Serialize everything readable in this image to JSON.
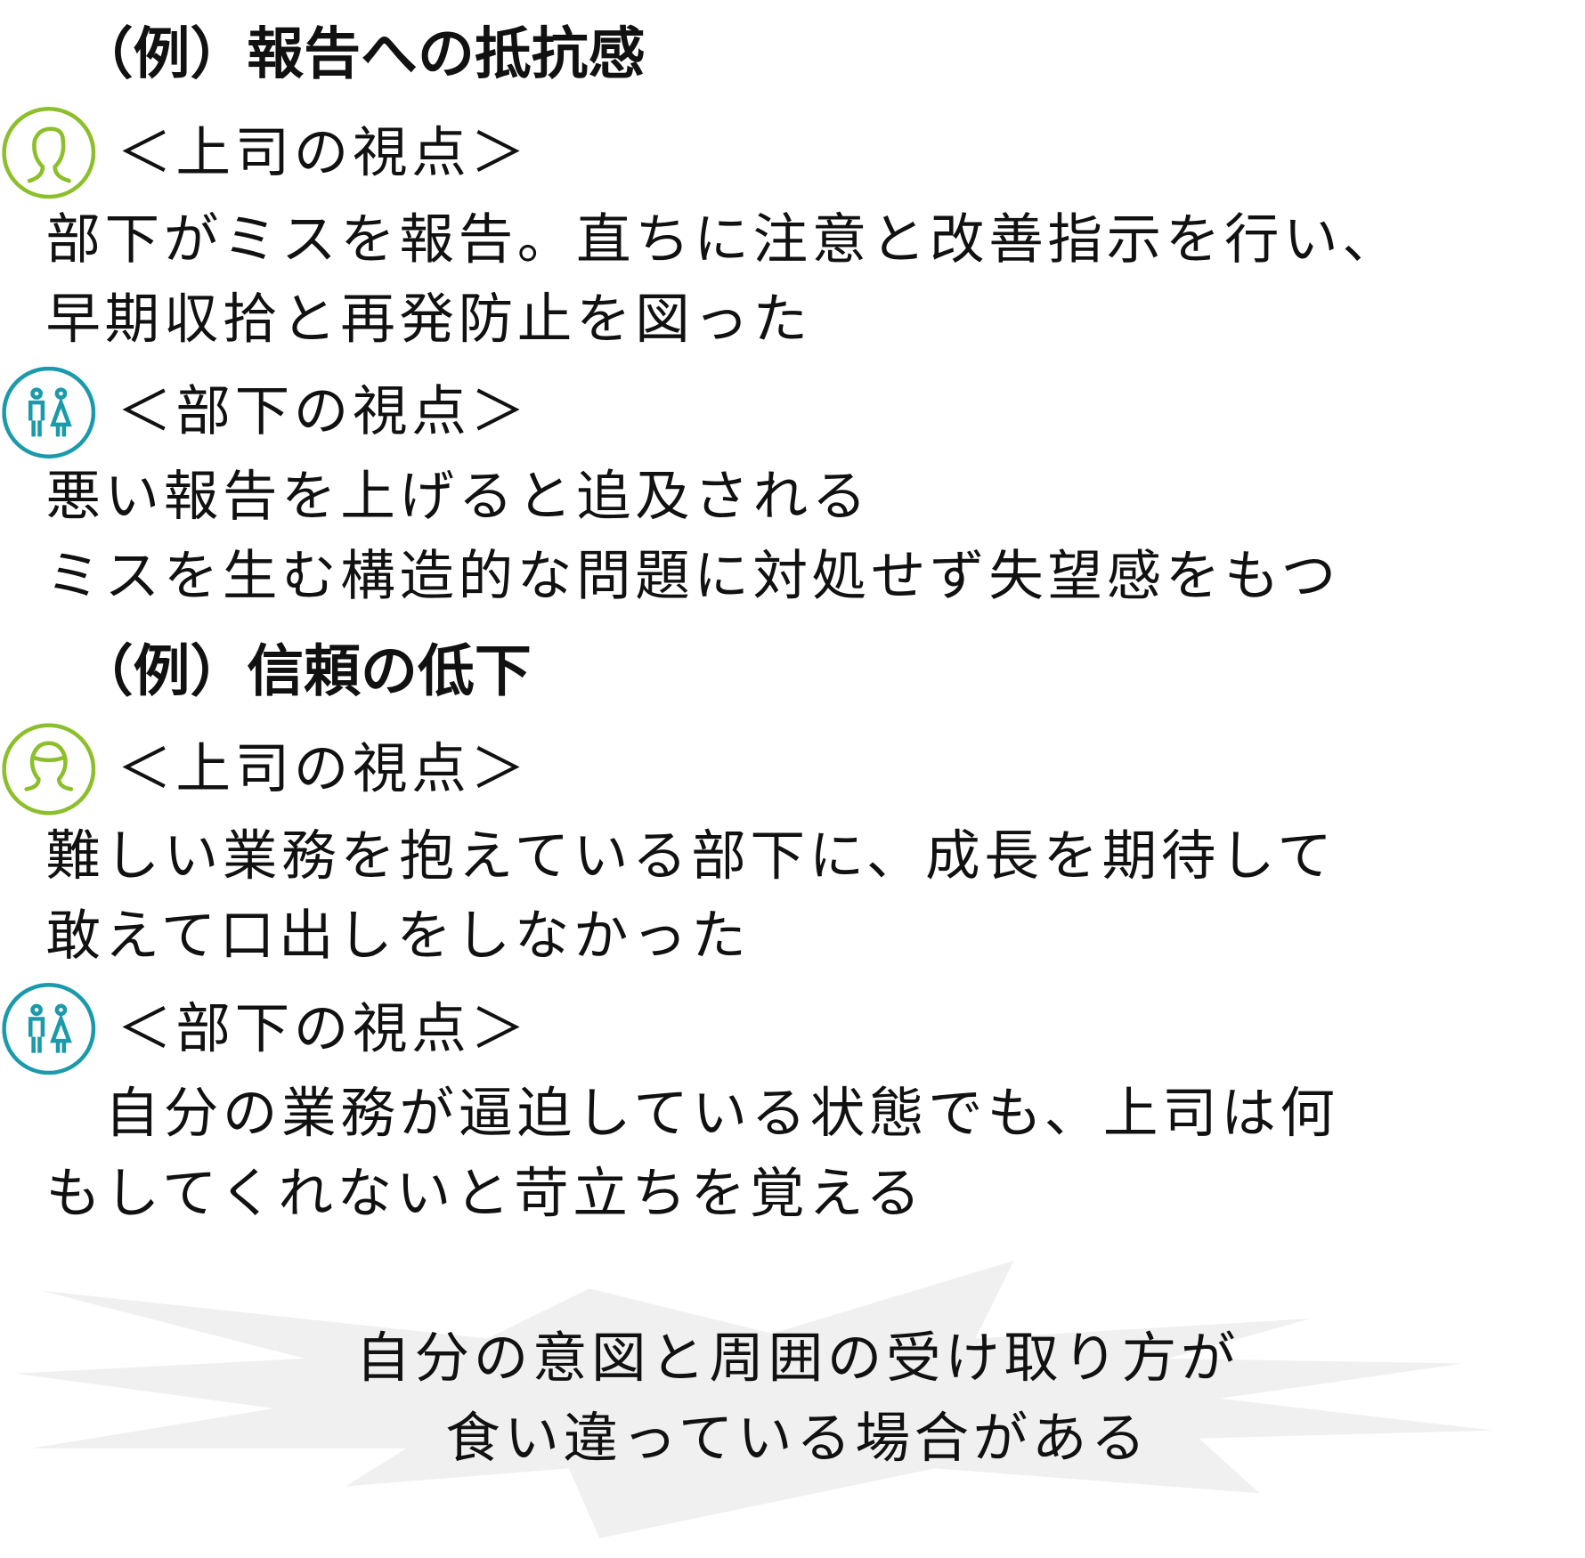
{
  "example1": {
    "heading": "（例）報告への抵抗感",
    "boss": {
      "label": "＜上司の視点＞",
      "lines": [
        "部下がミスを報告。直ちに注意と改善指示を行い、",
        "早期収拾と再発防止を図った"
      ]
    },
    "sub": {
      "label": "＜部下の視点＞",
      "lines": [
        "悪い報告を上げると追及される",
        "ミスを生む構造的な問題に対処せず失望感をもつ"
      ]
    }
  },
  "example2": {
    "heading": "（例）信頼の低下",
    "boss": {
      "label": "＜上司の視点＞",
      "lines": [
        "難しい業務を抱えている部下に、成長を期待して",
        "敢えて口出しをしなかった"
      ]
    },
    "sub": {
      "label": "＜部下の視点＞",
      "lines": [
        "　自分の業務が逼迫している状態でも、上司は何",
        "もしてくれないと苛立ちを覚える"
      ]
    }
  },
  "conclusion": {
    "lines": [
      "自分の意図と周囲の受け取り方が",
      "食い違っている場合がある"
    ]
  },
  "colors": {
    "boss": "#8cbf2a",
    "subordinate": "#1a9aaa",
    "burst": "#f0f0f0"
  }
}
